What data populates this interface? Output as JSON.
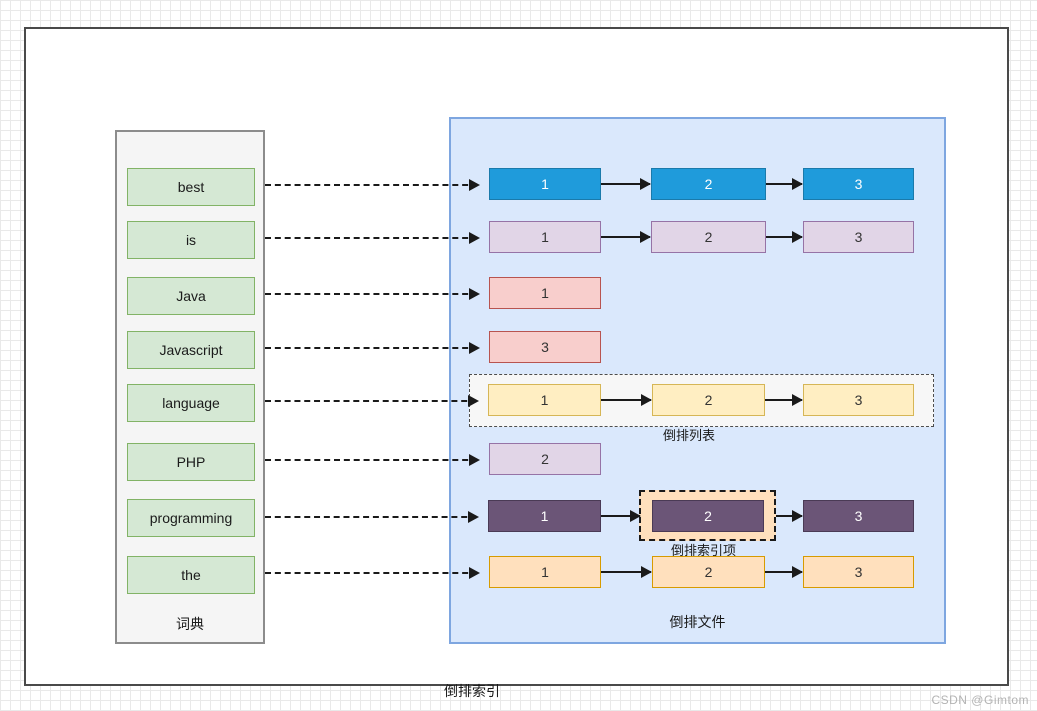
{
  "figure": {
    "caption": "倒排索引",
    "watermark": "CSDN @Gimtom"
  },
  "dictionary": {
    "caption": "词典",
    "terms": [
      {
        "label": "best"
      },
      {
        "label": "is"
      },
      {
        "label": "Java"
      },
      {
        "label": "Javascript"
      },
      {
        "label": "language"
      },
      {
        "label": "PHP"
      },
      {
        "label": "programming"
      },
      {
        "label": "the"
      }
    ]
  },
  "inverted_file": {
    "caption": "倒排文件",
    "rows": [
      {
        "term": "best",
        "color": "blue",
        "docs": [
          "1",
          "2",
          "3"
        ]
      },
      {
        "term": "is",
        "color": "lilac",
        "docs": [
          "1",
          "2",
          "3"
        ]
      },
      {
        "term": "Java",
        "color": "pink",
        "docs": [
          "1"
        ]
      },
      {
        "term": "Javascript",
        "color": "pink",
        "docs": [
          "3"
        ]
      },
      {
        "term": "language",
        "color": "yellow",
        "docs": [
          "1",
          "2",
          "3"
        ]
      },
      {
        "term": "PHP",
        "color": "lilac",
        "docs": [
          "2"
        ]
      },
      {
        "term": "programming",
        "color": "purple",
        "docs": [
          "1",
          "2",
          "3"
        ]
      },
      {
        "term": "the",
        "color": "orange",
        "docs": [
          "1",
          "2",
          "3"
        ]
      }
    ]
  },
  "annotations": {
    "posting_list": "倒排列表",
    "posting_item": "倒排索引项"
  },
  "colors": {
    "dictionary_fill": "#d5e8d4",
    "dictionary_border": "#82b366",
    "panel_fill": "#dae8fc",
    "panel_border": "#7ea6e0",
    "blue": "#1f9bdb",
    "lilac": "#e1d5e7",
    "pink": "#f8cecc",
    "yellow": "#ffeec2",
    "purple": "#6b5577",
    "orange": "#ffe0bd"
  }
}
